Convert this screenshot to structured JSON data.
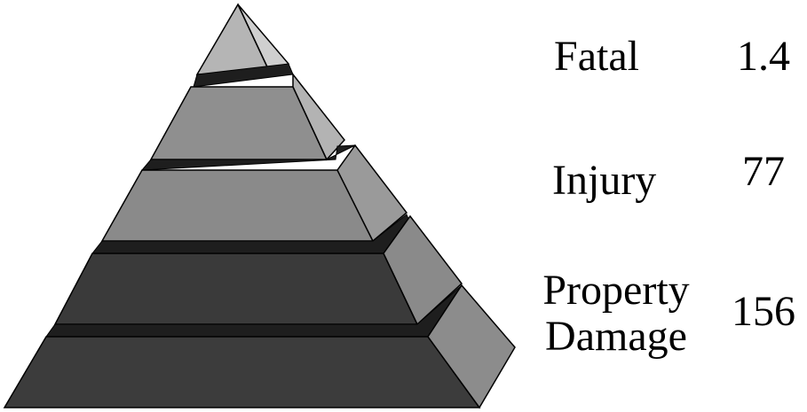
{
  "diagram": {
    "type": "pyramid",
    "levels": [
      {
        "name": "Fatal",
        "lines": [
          "Fatal"
        ],
        "value": "1.4"
      },
      {
        "name": "Injury",
        "lines": [
          "Injury"
        ],
        "value": "77"
      },
      {
        "name": "Property Damage",
        "lines": [
          "Property",
          "Damage"
        ],
        "value": "156"
      }
    ],
    "colors": {
      "apex_front": "#b5b5b5",
      "apex_side": "#cfcfcf",
      "tier2_front": "#8f8f8f",
      "tier2_side": "#b3b3b3",
      "tier3_front": "#8a8a8a",
      "tier3_side": "#9a9a9a",
      "tier4_front": "#3a3a3a",
      "tier4_side": "#8a8a8a",
      "tier5_front": "#3c3c3c",
      "tier5_side": "#8c8c8c",
      "gap": "#1e1e1e",
      "outline": "#000000"
    }
  }
}
